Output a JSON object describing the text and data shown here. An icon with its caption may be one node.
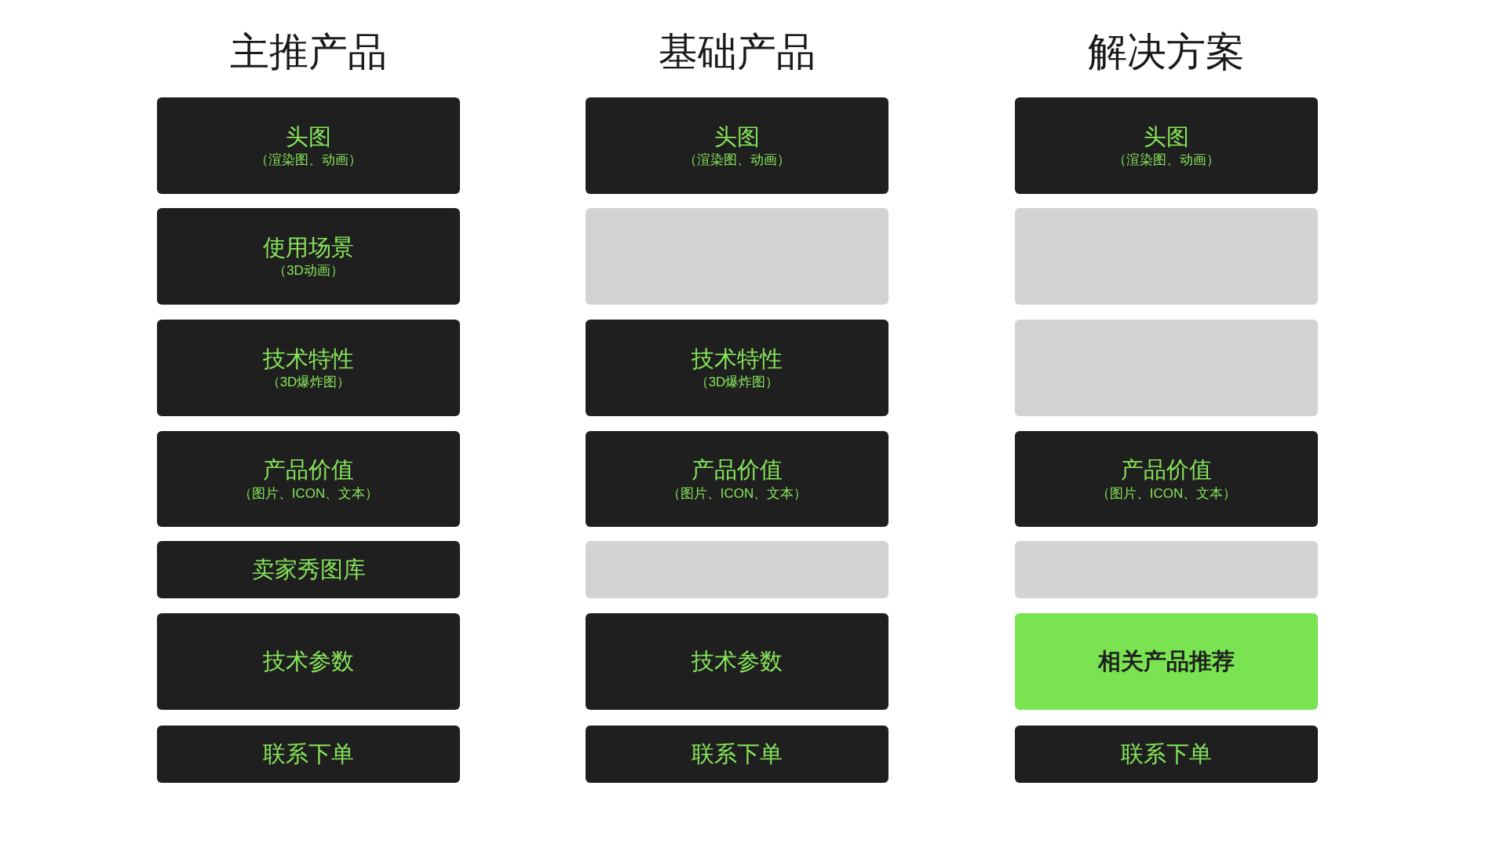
{
  "diagram": {
    "nodes": [
      {
        "text": [
          "头图",
          "（渲染图、动画）"
        ]
      },
      {
        "text": [
          "使用场景",
          "（3D动画）"
        ]
      },
      {
        "text": [
          "技术特性",
          "（3D爆炸图）"
        ]
      },
      {
        "text": [
          "产品价值",
          "（图片、ICON、文本）"
        ]
      },
      {
        "text": [
          "卖家秀图库"
        ]
      },
      {
        "text": [
          "技术参数"
        ]
      },
      {
        "text": [
          "联系下单"
        ]
      },
      {
        "text": [
          "头图",
          "（渲染图、动画）"
        ]
      },
      {
        "text": [],
        "shape": "box"
      },
      {
        "text": [
          "技术特性",
          "（3D爆炸图）"
        ]
      },
      {
        "text": [
          "产品价值",
          "（图片、ICON、文本）"
        ]
      },
      {
        "text": [],
        "shape": "box"
      },
      {
        "text": [
          "技术参数"
        ]
      },
      {
        "text": [
          "联系下单"
        ]
      },
      {
        "text": [
          "头图",
          "（渲染图、动画）"
        ]
      },
      {
        "text": [],
        "shape": "box"
      },
      {
        "text": [],
        "shape": "box"
      },
      {
        "text": [
          "产品价值",
          "（图片、ICON、文本）"
        ]
      },
      {
        "text": [],
        "shape": "box"
      },
      {
        "text": [
          "相关产品推荐"
        ]
      },
      {
        "text": [
          "联系下单"
        ]
      }
    ],
    "labels": [
      "主推产品",
      "基础产品",
      "解决方案"
    ]
  }
}
